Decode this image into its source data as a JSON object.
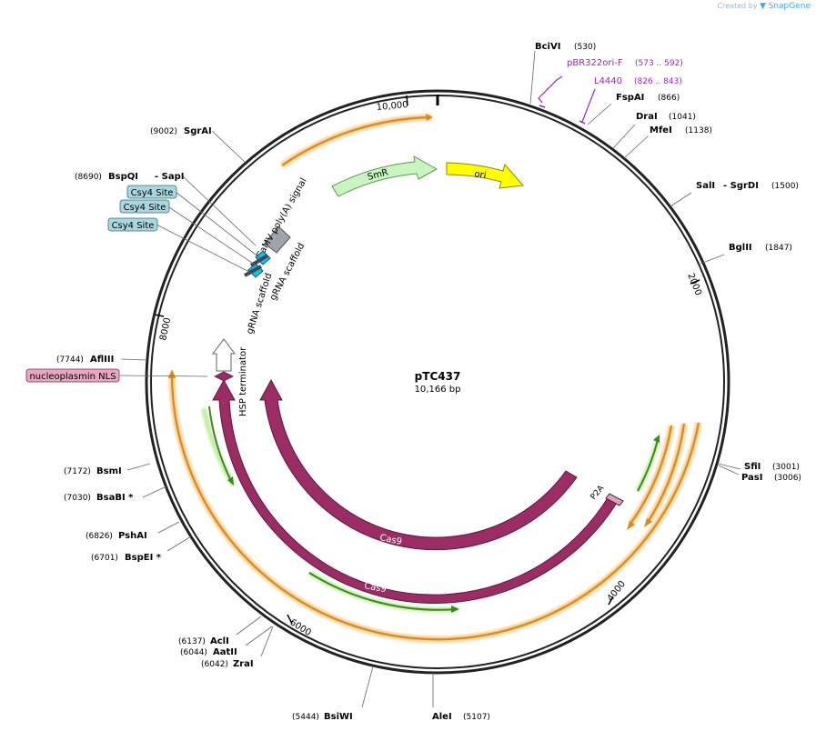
{
  "credit": {
    "prefix": "Created by",
    "brand": "SnapGene"
  },
  "plasmid": {
    "name": "pTC437",
    "length_label": "10,166 bp",
    "length": 10166
  },
  "ticks": [
    "2000",
    "4000",
    "6000",
    "8000",
    "10,000"
  ],
  "sites": [
    {
      "name": "BciVI",
      "pos": "(530)"
    },
    {
      "name": "FspAI",
      "pos": "(866)"
    },
    {
      "name": "DraI",
      "pos": "(1041)"
    },
    {
      "name": "MfeI",
      "pos": "(1138)"
    },
    {
      "name": "SalI",
      "extra": "- SgrDI",
      "pos": "(1500)"
    },
    {
      "name": "BglII",
      "pos": "(1847)"
    },
    {
      "name": "SfiI",
      "pos": "(3001)"
    },
    {
      "name": "PasI",
      "pos": "(3006)"
    },
    {
      "name": "AleI",
      "pos": "(5107)"
    },
    {
      "name": "BsiWI",
      "pos": "(5444)"
    },
    {
      "name": "ZraI",
      "pos": "(6042)"
    },
    {
      "name": "AatII",
      "pos": "(6044)"
    },
    {
      "name": "AclI",
      "pos": "(6137)"
    },
    {
      "name": "BspEI *",
      "pos": "(6701)"
    },
    {
      "name": "PshAI",
      "pos": "(6826)"
    },
    {
      "name": "BsaBI *",
      "pos": "(7030)"
    },
    {
      "name": "BsmI",
      "pos": "(7172)"
    },
    {
      "name": "AflIII",
      "pos": "(7744)"
    },
    {
      "name": "BspQI",
      "extra": "- SapI",
      "pos": "(8690)"
    },
    {
      "name": "SgrAI",
      "pos": "(9002)"
    }
  ],
  "primers": [
    {
      "name": "pBR322ori-F",
      "range": "(573 .. 592)"
    },
    {
      "name": "L4440",
      "range": "(826 .. 843)"
    }
  ],
  "boxed_features": [
    "Csy4 Site",
    "Csy4 Site",
    "Csy4 Site",
    "nucleoplasmin NLS"
  ],
  "features": {
    "smr": "SmR",
    "ori": "ori",
    "cas9_outer": "Cas9",
    "cas9_inner": "Cas9",
    "p2a": "P2A",
    "camv": "CaMV poly(A) signal",
    "grna1": "gRNA scaffold",
    "grna2": "gRNA scaffold",
    "hsp": "HSP terminator"
  },
  "colors": {
    "cas9": "#9c2c64",
    "smr": "#c9f5c3",
    "ori": "#ffff00",
    "csy4_box": "#a9d7e0",
    "nls_box": "#e7a6c1",
    "primer": "#a020d0",
    "orf_orange": "#d98b1f",
    "orf_green": "#3a8a1c",
    "grey_feature": "#a0a4aa",
    "cyan_feature": "#00c8f0"
  }
}
